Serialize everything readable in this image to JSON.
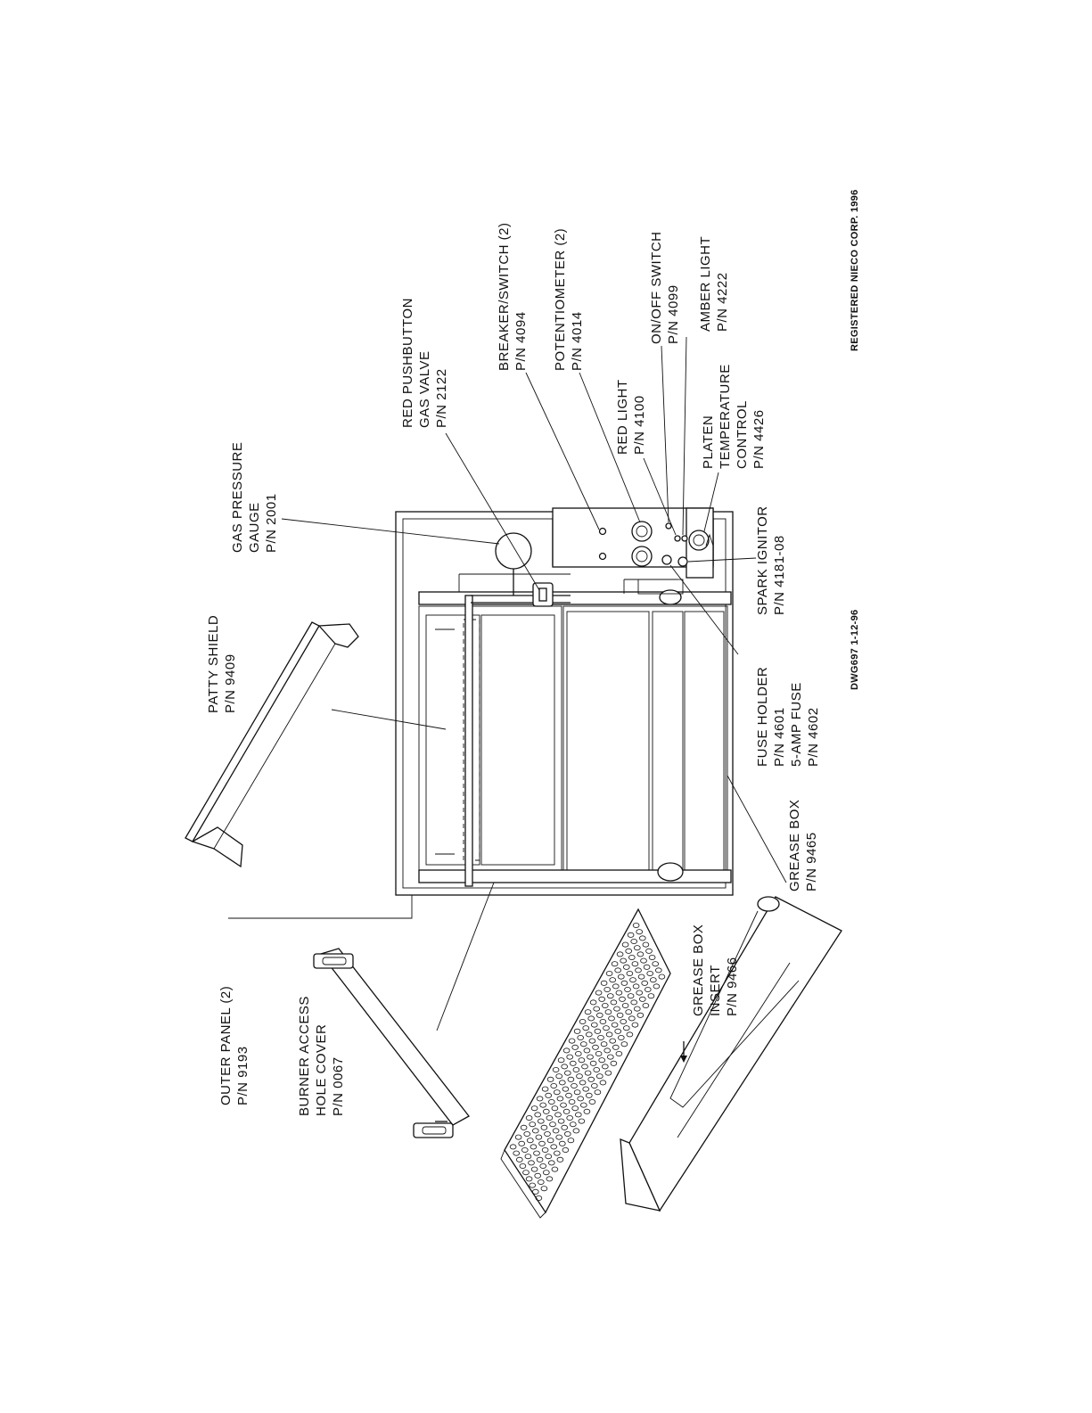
{
  "labels": {
    "gas_pressure_gauge": [
      "GAS PRESSURE",
      "GAUGE",
      "P/N 2001"
    ],
    "red_pushbutton": [
      "RED PUSHBUTTON",
      "GAS VALVE",
      "P/N 2122"
    ],
    "breaker_switch": [
      "BREAKER/SWITCH (2)",
      "P/N 4094"
    ],
    "potentiometer": [
      "POTENTIOMETER (2)",
      "P/N 4014"
    ],
    "red_light": [
      "RED LIGHT",
      "P/N 4100"
    ],
    "on_off_switch": [
      "ON/OFF SWITCH",
      "P/N 4099"
    ],
    "amber_light": [
      "AMBER LIGHT",
      "P/N 4222"
    ],
    "platen_temperature_control": [
      "PLATEN",
      "TEMPERATURE",
      "CONTROL",
      "P/N 4426"
    ],
    "spark_ignitor": [
      "SPARK IGNITOR",
      "P/N 4181-08"
    ],
    "fuse_holder": [
      "FUSE HOLDER",
      "P/N 4601",
      "5-AMP FUSE",
      "P/N 4602"
    ],
    "grease_box": [
      "GREASE BOX",
      "P/N 9465"
    ],
    "grease_box_insert": [
      "GREASE BOX",
      "INSERT",
      "P/N 9466"
    ],
    "patty_shield": [
      "PATTY SHIELD",
      "P/N 9409"
    ],
    "outer_panel": [
      "OUTER PANEL (2)",
      "P/N 9193"
    ],
    "burner_access": [
      "BURNER ACCESS",
      "HOLE COVER",
      "P/N 0067"
    ]
  },
  "footer": {
    "drawing_number": "DWG697   1-12-96",
    "copyright": "REGISTERED NIECO CORP. 1996"
  }
}
